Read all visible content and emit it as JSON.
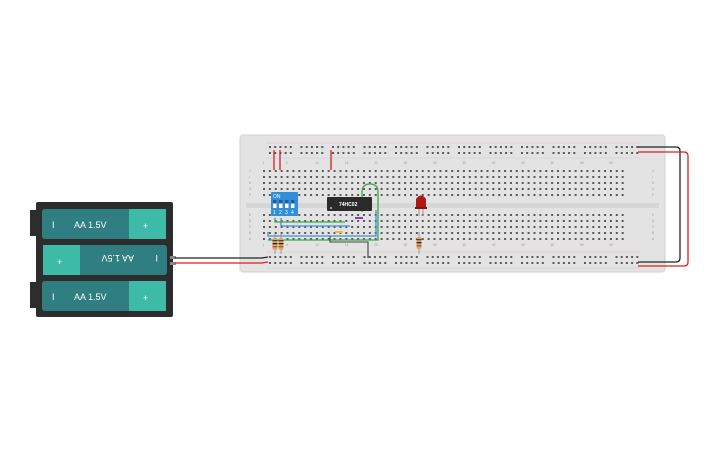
{
  "battery": {
    "cells": [
      {
        "label": "AA 1.5V",
        "plus": "+",
        "minus": "I",
        "flipped": false
      },
      {
        "label": "AA 1.5V",
        "plus": "+",
        "minus": "I",
        "flipped": true
      },
      {
        "label": "AA 1.5V",
        "plus": "+",
        "minus": "I",
        "flipped": false
      }
    ]
  },
  "chip": {
    "label": "74HC02"
  },
  "dip_switch": {
    "on_label": "ON",
    "numbers": [
      "1",
      "2",
      "3",
      "4"
    ]
  },
  "breadboard": {
    "column_numbers": [
      "1",
      "5",
      "10",
      "15",
      "20",
      "25",
      "30",
      "35",
      "40",
      "45",
      "50",
      "55",
      "60"
    ],
    "row_letters_top": [
      "J",
      "I",
      "H",
      "G",
      "F"
    ],
    "row_letters_bottom": [
      "E",
      "D",
      "C",
      "B",
      "A"
    ]
  },
  "colors": {
    "battery_body": "#2d2d2d",
    "cell": "#2f7f82",
    "cell_plus": "#3ebba8",
    "breadboard": "#e3e3e3",
    "wire_red": "#d62020",
    "wire_black": "#222222",
    "wire_green": "#3aa84a",
    "wire_blue": "#3e8edc",
    "wire_yellow": "#e8c21f",
    "wire_purple": "#8a3cc8",
    "led": "#b01818",
    "dip": "#2f8fd8",
    "chip": "#2a2a2a"
  }
}
